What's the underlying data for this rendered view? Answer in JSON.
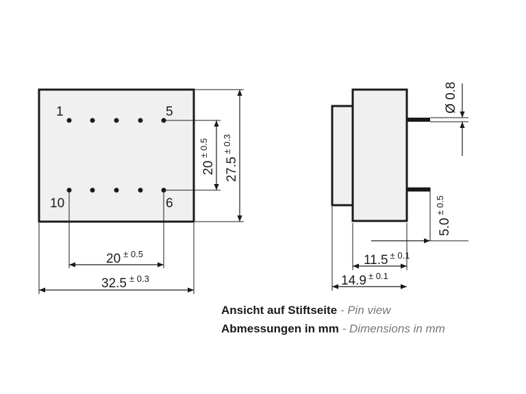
{
  "colors": {
    "line": "#1a1a1a",
    "body_fill": "#f0f0f0",
    "caption_en": "#777777"
  },
  "pin_view": {
    "pin_labels": {
      "top_left": "1",
      "top_right": "5",
      "bottom_left": "10",
      "bottom_right": "6"
    },
    "dim_pin_spacing_h": {
      "value": "20",
      "tol": "± 0.5"
    },
    "dim_body_width": {
      "value": "32.5",
      "tol": "± 0.3"
    },
    "dim_pin_spacing_v": {
      "value": "20",
      "tol": "± 0.5"
    },
    "dim_body_height": {
      "value": "27.5",
      "tol": "± 0.3"
    }
  },
  "side_view": {
    "dim_pin_diameter": {
      "value": "Ø 0.8"
    },
    "dim_pin_length": {
      "value": "5.0",
      "tol": "± 0.5"
    },
    "dim_body_depth": {
      "value": "11.5",
      "tol": "± 0.1"
    },
    "dim_total_depth": {
      "value": "14.9",
      "tol": "± 0.1"
    }
  },
  "caption": {
    "line1_de": "Ansicht auf Stiftseite",
    "line1_sep": " - ",
    "line1_en": "Pin view",
    "line2_de": "Abmessungen in mm",
    "line2_sep": " - ",
    "line2_en": "Dimensions in mm"
  }
}
